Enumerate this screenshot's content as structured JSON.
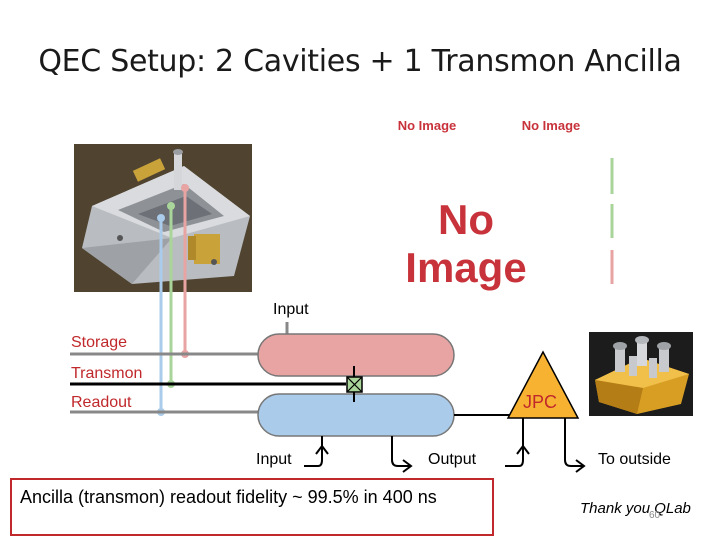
{
  "title": "QEC Setup: 2 Cavities + 1 Transmon Ancilla",
  "placeholders": {
    "small_1": "No Image",
    "small_2": "No Image",
    "large": "No Image"
  },
  "labels": {
    "input_top": "Input",
    "storage": "Storage",
    "transmon": "Transmon",
    "readout": "Readout",
    "jpc": "JPC",
    "input_bottom": "Input",
    "output": "Output",
    "to_outside": "To outside"
  },
  "fidelity_text": "Ancilla (transmon) readout fidelity ~ 99.5% in 400 ns",
  "thanks": "Thank you QLab",
  "page_number": "60",
  "colors": {
    "storage": "#e8a3a3",
    "readout": "#aacbea",
    "transmon_line": "#a9d59a",
    "jpc_fill": "#f7b232",
    "accent_red": "#c0282b"
  }
}
